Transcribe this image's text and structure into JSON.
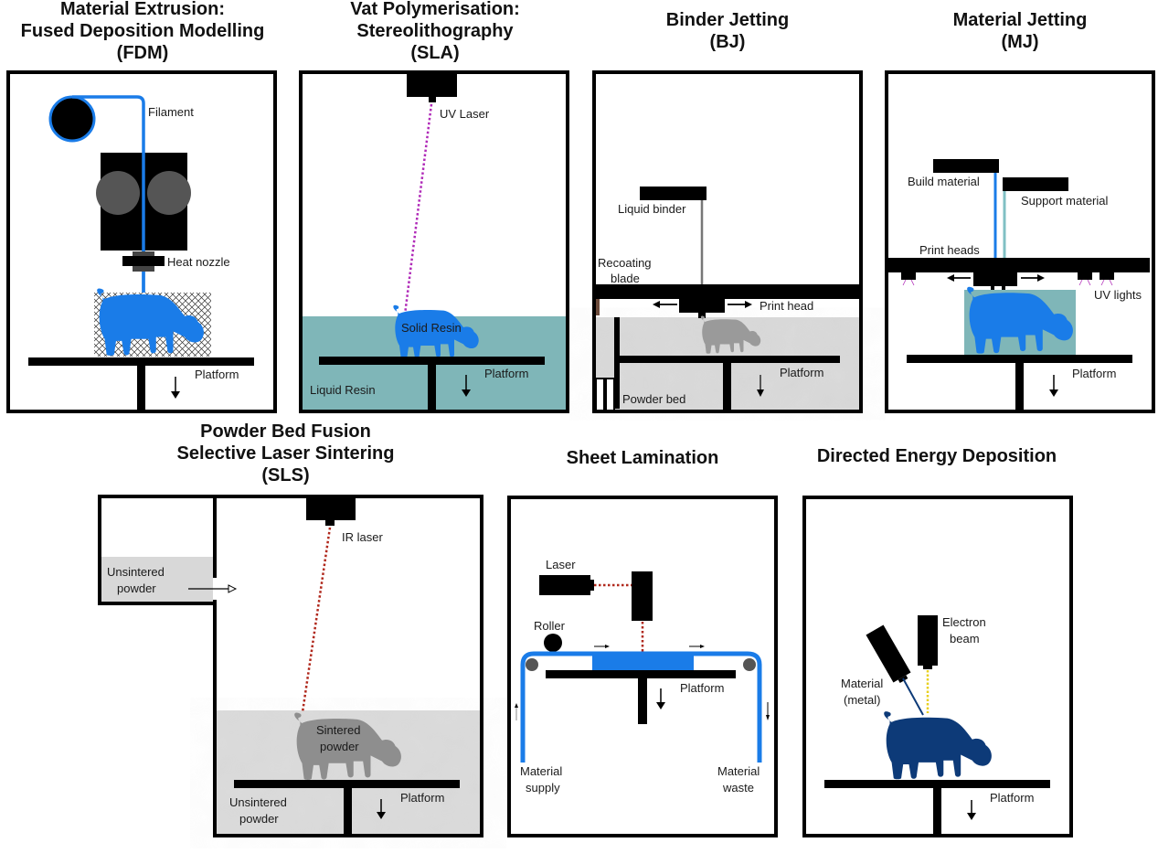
{
  "colors": {
    "frame": "#000000",
    "filament_blue": "#1a7ce8",
    "resin_teal": "#7fb6b8",
    "laser_purple": "#b02bb8",
    "laser_red": "#b0281c",
    "powder_gray": "#d9d9d9",
    "sintered_gray": "#8e8e8e",
    "support_teal": "#80c0c4",
    "ded_navy": "#0d3a78",
    "beam_yellow": "#e8d020",
    "roller_gray": "#555555"
  },
  "panels": {
    "fdm": {
      "title": "Material Extrusion:\nFused Deposition Modelling\n(FDM)",
      "labels": {
        "filament": "Filament",
        "heat_nozzle": "Heat nozzle",
        "platform": "Platform"
      }
    },
    "sla": {
      "title": "Vat Polymerisation:\nStereolithography\n(SLA)",
      "labels": {
        "uv_laser": "UV Laser",
        "solid_resin": "Solid Resin",
        "platform": "Platform",
        "liquid_resin": "Liquid Resin"
      }
    },
    "bj": {
      "title": "Binder Jetting\n(BJ)",
      "labels": {
        "liquid_binder": "Liquid binder",
        "recoating_blade_1": "Recoating",
        "recoating_blade_2": "blade",
        "print_head": "Print head",
        "platform": "Platform",
        "powder_bed": "Powder bed"
      }
    },
    "mj": {
      "title": "Material Jetting\n(MJ)",
      "labels": {
        "build_material": "Build material",
        "support_material": "Support material",
        "print_heads": "Print heads",
        "uv_lights": "UV lights",
        "platform": "Platform"
      }
    },
    "sls": {
      "title": "Powder Bed Fusion\nSelective Laser Sintering\n(SLS)",
      "labels": {
        "ir_laser": "IR laser",
        "unsintered_top_1": "Unsintered",
        "unsintered_top_2": "powder",
        "sintered_1": "Sintered",
        "sintered_2": "powder",
        "unsintered_bottom_1": "Unsintered",
        "unsintered_bottom_2": "powder",
        "platform": "Platform"
      }
    },
    "sheet": {
      "title": "Sheet Lamination",
      "labels": {
        "laser": "Laser",
        "roller": "Roller",
        "platform": "Platform",
        "supply_1": "Material",
        "supply_2": "supply",
        "waste_1": "Material",
        "waste_2": "waste"
      }
    },
    "ded": {
      "title": "Directed Energy Deposition",
      "labels": {
        "electron_1": "Electron",
        "electron_2": "beam",
        "material_1": "Material",
        "material_2": "(metal)",
        "platform": "Platform"
      }
    }
  }
}
